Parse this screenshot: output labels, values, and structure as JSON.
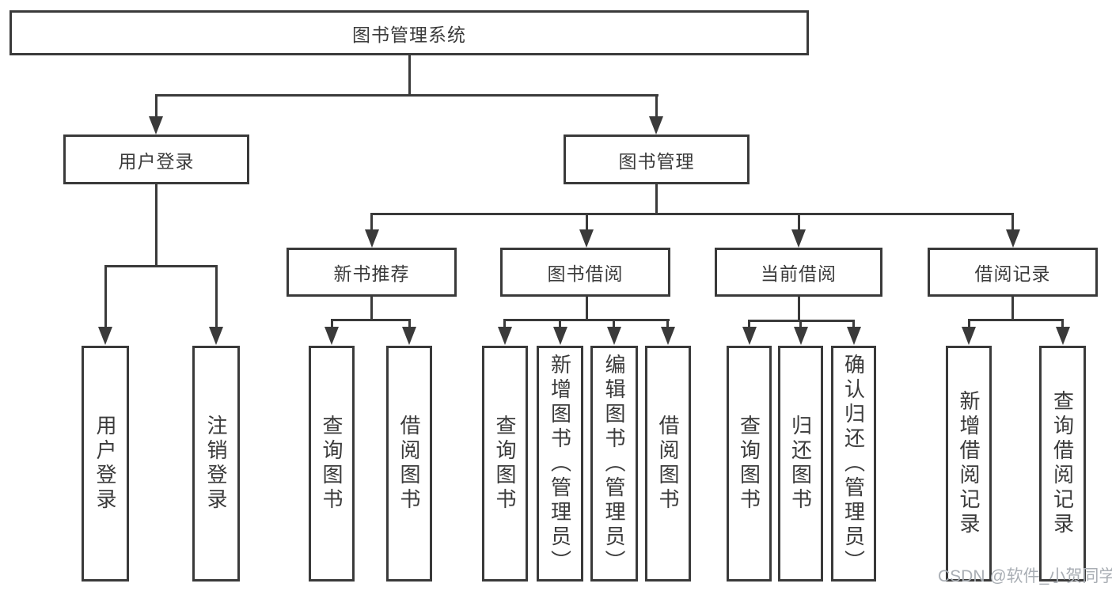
{
  "tree": {
    "label": "图书管理系统",
    "children": [
      {
        "label": "用户登录",
        "children": [
          {
            "label": "用户登录"
          },
          {
            "label": "注销登录"
          }
        ]
      },
      {
        "label": "图书管理",
        "children": [
          {
            "label": "新书推荐",
            "children": [
              {
                "label": "查询图书"
              },
              {
                "label": "借阅图书"
              }
            ]
          },
          {
            "label": "图书借阅",
            "children": [
              {
                "label": "查询图书"
              },
              {
                "label": "新增图书（管理员）"
              },
              {
                "label": "编辑图书（管理员）"
              },
              {
                "label": "借阅图书"
              }
            ]
          },
          {
            "label": "当前借阅",
            "children": [
              {
                "label": "查询图书"
              },
              {
                "label": "归还图书"
              },
              {
                "label": "确认归还（管理员）"
              }
            ]
          },
          {
            "label": "借阅记录",
            "children": [
              {
                "label": "新增借阅记录"
              },
              {
                "label": "查询借阅记录"
              }
            ]
          }
        ]
      }
    ]
  },
  "watermark": {
    "text": "CSDN @软件_小贺同学"
  },
  "colors": {
    "line": "#3a3a3a",
    "text": "#3b3b3b",
    "watermark_text": "#a9aeb4",
    "background": "#ffffff"
  }
}
